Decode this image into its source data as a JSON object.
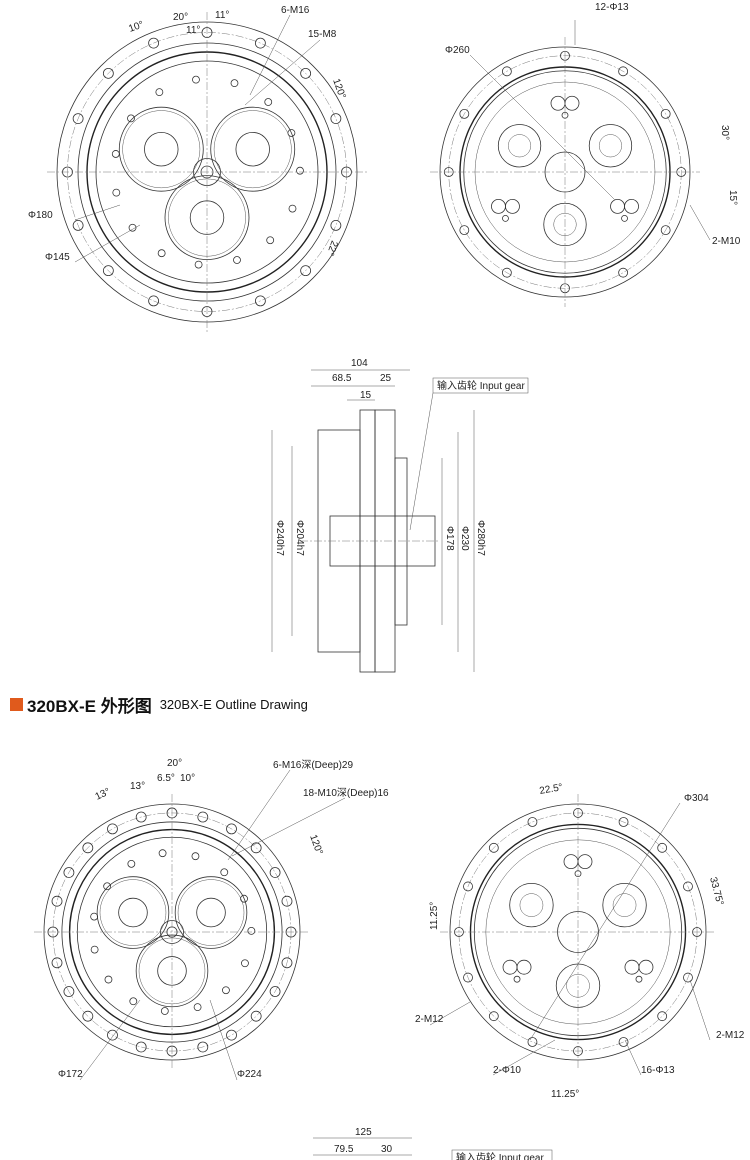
{
  "section_title": {
    "model_cn": "320BX-E 外形图",
    "model_en": "320BX-E Outline Drawing",
    "accent_color": "#e05a1c"
  },
  "view_a": {
    "labels": [
      "10°",
      "20°",
      "11°",
      "11°",
      "6-M16",
      "15-M8",
      "120°",
      "Φ180",
      "Φ145",
      "22°"
    ]
  },
  "view_b": {
    "labels": [
      "12-Φ13",
      "Φ260",
      "30°",
      "15°",
      "2-M10"
    ]
  },
  "side_view": {
    "labels": [
      "104",
      "68.5",
      "25",
      "15",
      "Φ240h7",
      "Φ204h7",
      "Φ178",
      "Φ230",
      "Φ280h7"
    ],
    "callout": "输入齿轮 Input gear"
  },
  "view_c": {
    "labels": [
      "20°",
      "13°",
      "6.5°",
      "10°",
      "13°",
      "6-M16深(Deep)29",
      "18-M10深(Deep)16",
      "120°",
      "Φ172",
      "Φ224"
    ]
  },
  "view_d": {
    "labels": [
      "22.5°",
      "Φ304",
      "33.75°",
      "11.25°",
      "2-M12",
      "2-M12",
      "2-Φ10",
      "16-Φ13",
      "11.25°"
    ]
  },
  "side_view_2": {
    "labels": [
      "125",
      "79.5",
      "30"
    ],
    "callout": "输入齿轮 Input gear"
  }
}
